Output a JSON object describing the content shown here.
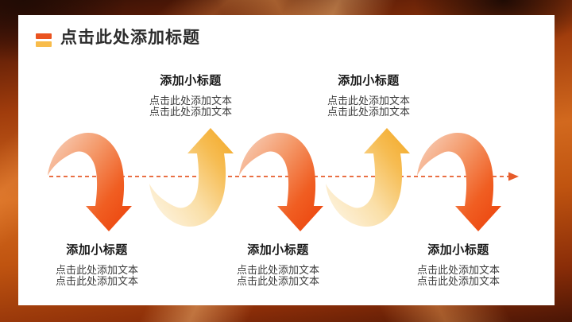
{
  "slide": {
    "title": "点击此处添加标题",
    "title_marker_colors": [
      "#EA5320",
      "#F8BC4B"
    ]
  },
  "diagram": {
    "type": "alternating-arrow-process",
    "timeline_color": "#E65C2B",
    "arrow_colors": {
      "down_gradient": [
        "#F7C7AD",
        "#ED4A12"
      ],
      "up_gradient": [
        "#FDF2DC",
        "#F4AF35"
      ]
    },
    "steps": [
      {
        "arrow": "down",
        "label_position": "bottom",
        "title": "添加小标题",
        "body": [
          "点击此处添加文本",
          "点击此处添加文本"
        ]
      },
      {
        "arrow": "up",
        "label_position": "top",
        "title": "添加小标题",
        "body": [
          "点击此处添加文本",
          "点击此处添加文本"
        ]
      },
      {
        "arrow": "down",
        "label_position": "bottom",
        "title": "添加小标题",
        "body": [
          "点击此处添加文本",
          "点击此处添加文本"
        ]
      },
      {
        "arrow": "up",
        "label_position": "top",
        "title": "添加小标题",
        "body": [
          "点击此处添加文本",
          "点击此处添加文本"
        ]
      },
      {
        "arrow": "down",
        "label_position": "bottom",
        "title": "添加小标题",
        "body": [
          "点击此处添加文本",
          "点击此处添加文本"
        ]
      }
    ]
  }
}
